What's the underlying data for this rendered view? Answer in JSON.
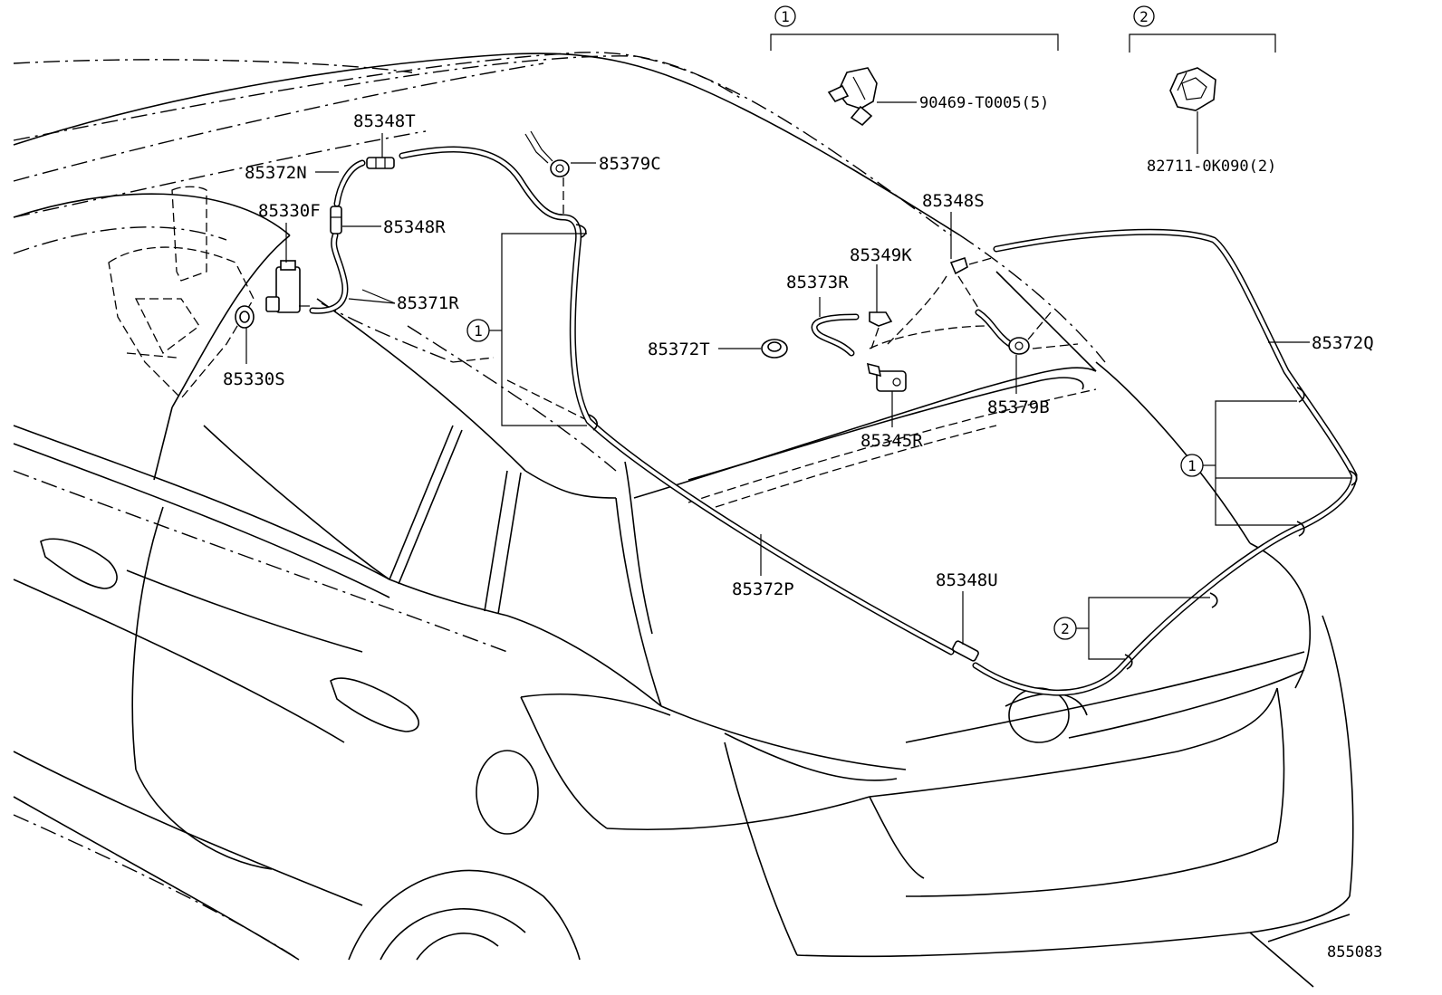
{
  "diagram_code": "855083",
  "groups": [
    {
      "marker": "1",
      "part_number": "90469-T0005(5)"
    },
    {
      "marker": "2",
      "part_number": "82711-0K090(2)"
    }
  ],
  "callouts": {
    "p85348T": "85348T",
    "p85372N": "85372N",
    "p85330F": "85330F",
    "p85348R": "85348R",
    "p85371R": "85371R",
    "p85330S": "85330S",
    "p85379C": "85379C",
    "p85348S": "85348S",
    "p85349K": "85349K",
    "p85373R": "85373R",
    "p85372T": "85372T",
    "p85345R": "85345R",
    "p85379B": "85379B",
    "p85372Q": "85372Q",
    "p85372P": "85372P",
    "p85348U": "85348U"
  },
  "clamp_markers": {
    "left": "1",
    "right": "1",
    "lower_right": "2"
  }
}
